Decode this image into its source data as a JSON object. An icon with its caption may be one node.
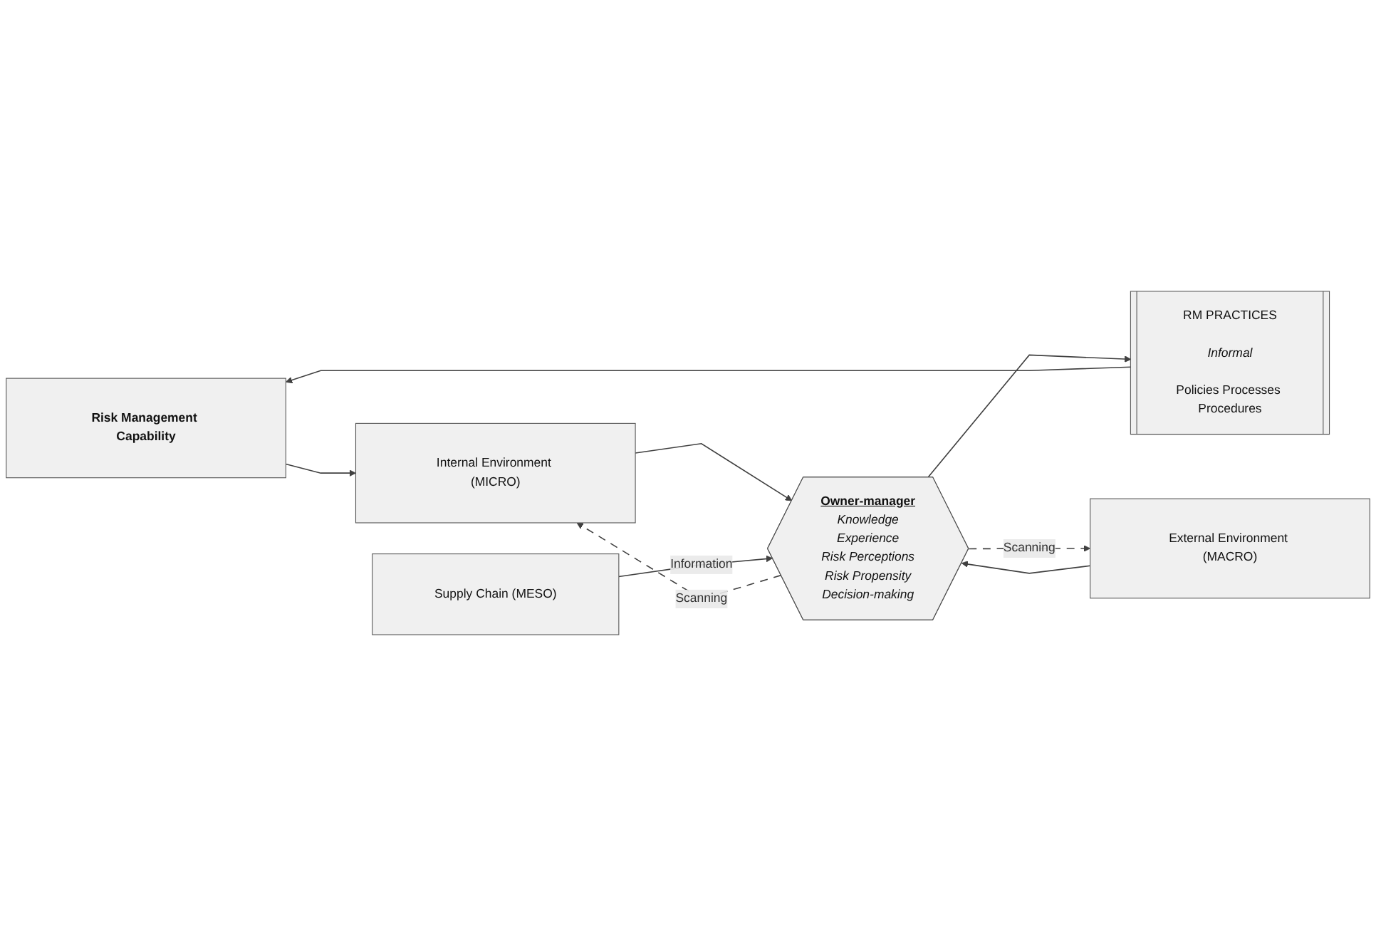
{
  "diagram": {
    "nodes": [
      {
        "text": [
          "Risk Management Capability"
        ]
      },
      {
        "text": [
          "Internal Environment (MICRO)"
        ]
      },
      {
        "text": [
          "Supply Chain (MESO)"
        ]
      },
      {
        "text": [
          "External Environment (MACRO)"
        ]
      },
      {
        "text": [
          "Owner-manager",
          "Knowledge",
          "Experience",
          "Risk Perceptions",
          "Risk Propensity",
          "Decision-making"
        ]
      },
      {
        "text": [
          "RM PRACTICES",
          "Informal",
          "Policies Processes Procedures"
        ]
      }
    ],
    "edges": [
      {
        "from": 1,
        "to": 4,
        "arrow": "to"
      },
      {
        "from": 2,
        "to": 4,
        "arrow": "to",
        "label": "Information"
      },
      {
        "from": 3,
        "to": 4,
        "arrow": "to"
      },
      {
        "from": 4,
        "to": 5,
        "arrow": "to"
      },
      {
        "from": 5,
        "to": 0,
        "arrow": "to"
      },
      {
        "from": 0,
        "to": 1,
        "arrow": "to"
      },
      {
        "from": 4,
        "to": 1,
        "arrow": "to",
        "style": "dashed",
        "label": "Scanning"
      },
      {
        "from": 4,
        "to": 3,
        "arrow": "to",
        "style": "dashed",
        "label": "Scanning"
      }
    ]
  }
}
